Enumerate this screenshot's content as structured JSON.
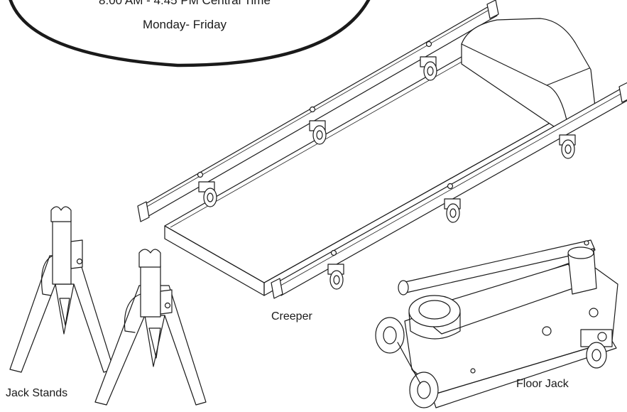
{
  "contact_bubble": {
    "hours": "8:00 AM - 4:45 PM Central Time",
    "days": "Monday- Friday"
  },
  "labels": {
    "creeper": "Creeper",
    "jack_stands": "Jack Stands",
    "floor_jack": "Floor Jack"
  },
  "colors": {
    "line": "#1a1a1a",
    "background": "#ffffff"
  }
}
